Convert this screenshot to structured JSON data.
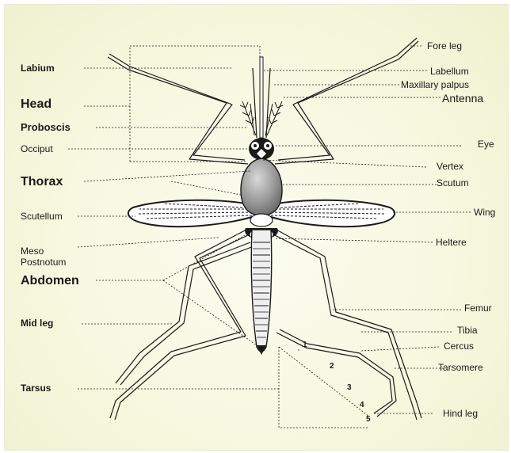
{
  "labels_left": {
    "labium": "Labium",
    "head": "Head",
    "proboscis": "Proboscis",
    "occiput": "Occiput",
    "thorax": "Thorax",
    "scutellum": "Scutellum",
    "meso": "Meso",
    "postnotum": "Postnotum",
    "abdomen": "Abdomen",
    "mid_leg": "Mid leg",
    "tarsus": "Tarsus"
  },
  "labels_right": {
    "fore_leg": "Fore leg",
    "labellum": "Labellum",
    "maxillary_palpus": "Maxillary palpus",
    "antenna": "Antenna",
    "eye": "Eye",
    "vertex": "Vertex",
    "scutum": "Scutum",
    "wing": "Wing",
    "heltere": "Heltere",
    "femur": "Femur",
    "tibia": "Tibia",
    "cercus": "Cercus",
    "tarsomere": "Tarsomere",
    "hind_leg": "Hind leg"
  },
  "tarsomere_numbers": [
    "1",
    "2",
    "3",
    "4",
    "5"
  ],
  "colors": {
    "background": "#f6f8df",
    "outline": "#1a1a1a",
    "thorax_fill": "#8e8e8e",
    "abdomen_fill": "#ededed"
  }
}
